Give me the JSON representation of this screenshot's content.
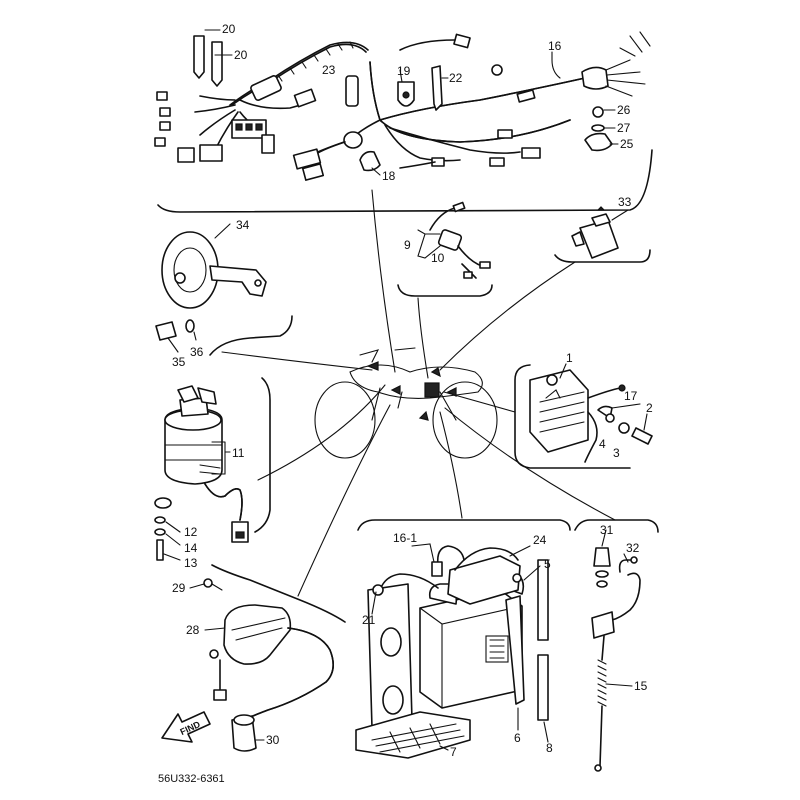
{
  "labels": {
    "p1": "1",
    "p2": "2",
    "p3": "3",
    "p4": "4",
    "p5": "5",
    "p6": "6",
    "p7": "7",
    "p8": "8",
    "p9": "9",
    "p10": "10",
    "p11": "11",
    "p12": "12",
    "p13": "13",
    "p14": "14",
    "p15": "15",
    "p16": "16",
    "p16_1": "16-1",
    "p17": "17",
    "p18": "18",
    "p19": "19",
    "p20a": "20",
    "p20b": "20",
    "p21": "21",
    "p22": "22",
    "p23": "23",
    "p24": "24",
    "p25": "25",
    "p26": "26",
    "p27": "27",
    "p28": "28",
    "p29": "29",
    "p30": "30",
    "p31": "31",
    "p32": "32",
    "p33": "33",
    "p34": "34",
    "p35": "35",
    "p36": "36"
  },
  "find_marker": "FIND",
  "drawing_code": "56U332-6361"
}
